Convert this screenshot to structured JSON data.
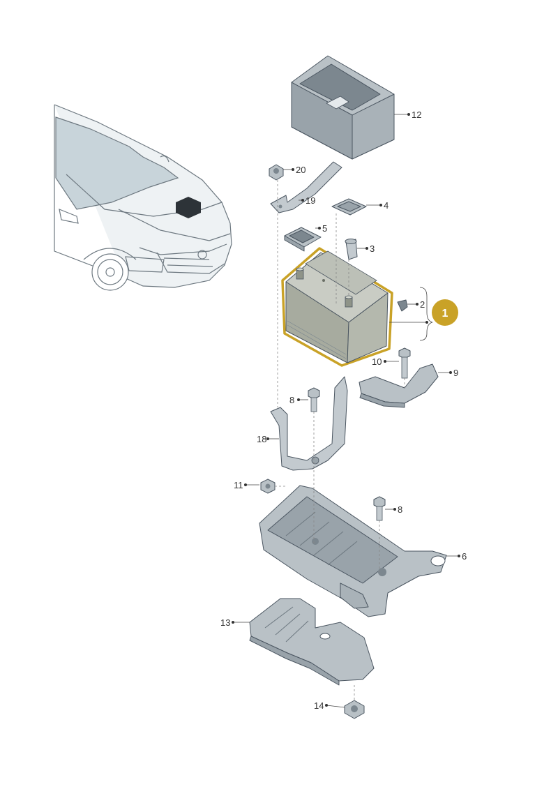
{
  "diagram": {
    "highlight_color": "#c9a227",
    "part_color": "#b9c1c6",
    "part_shade": "#99a3aa",
    "highlighted_part": {
      "label": "1"
    },
    "callouts": [
      {
        "key": "12",
        "label": "12"
      },
      {
        "key": "20",
        "label": "20"
      },
      {
        "key": "19",
        "label": "19"
      },
      {
        "key": "4",
        "label": "4"
      },
      {
        "key": "5",
        "label": "5"
      },
      {
        "key": "3",
        "label": "3"
      },
      {
        "key": "2",
        "label": "2"
      },
      {
        "key": "10",
        "label": "10"
      },
      {
        "key": "9",
        "label": "9"
      },
      {
        "key": "8a",
        "label": "8"
      },
      {
        "key": "18",
        "label": "18"
      },
      {
        "key": "11",
        "label": "11"
      },
      {
        "key": "8b",
        "label": "8"
      },
      {
        "key": "6",
        "label": "6"
      },
      {
        "key": "13",
        "label": "13"
      },
      {
        "key": "14",
        "label": "14"
      }
    ]
  }
}
